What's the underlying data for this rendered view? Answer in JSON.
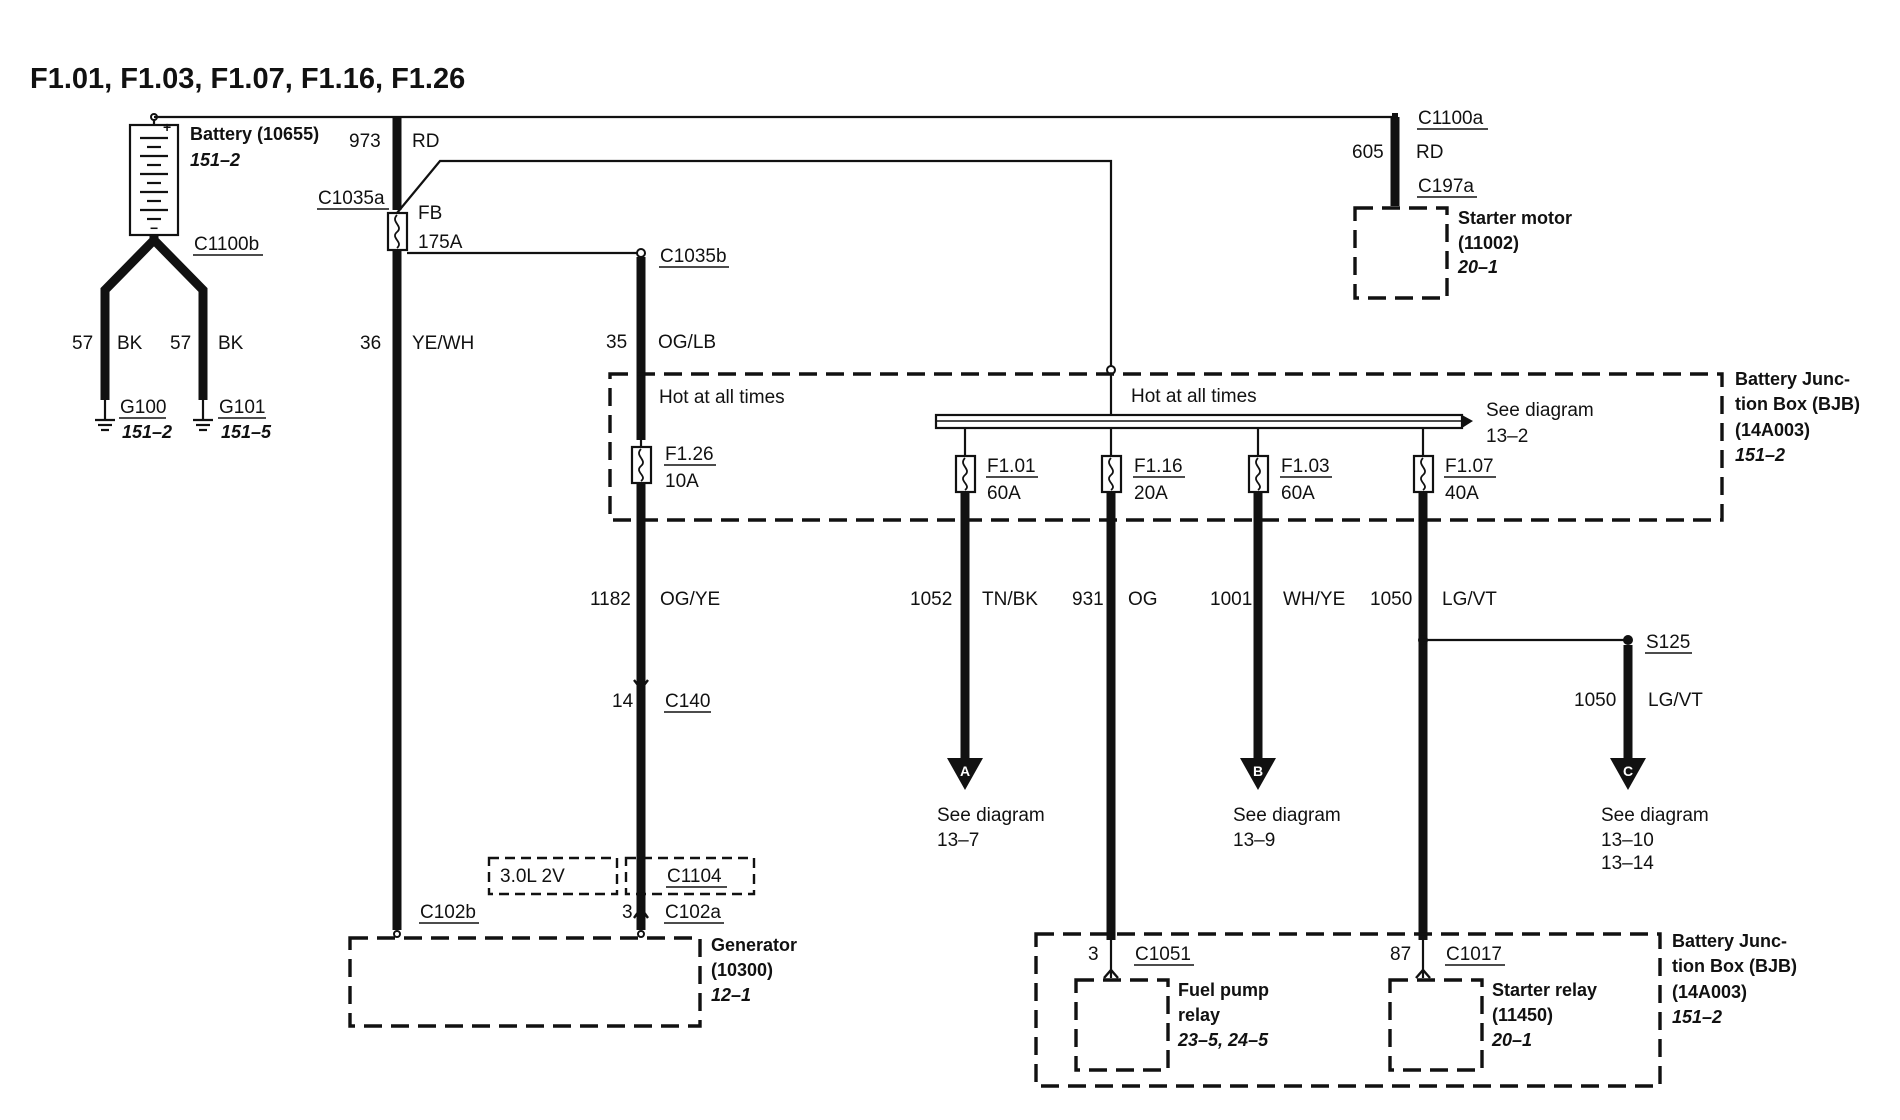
{
  "title": "F1.01, F1.03, F1.07, F1.16, F1.26",
  "components": {
    "battery": {
      "name": "Battery (10655)",
      "ref": "151–2"
    },
    "starter_motor": {
      "name": "Starter motor",
      "part": "(11002)",
      "ref": "20–1"
    },
    "generator": {
      "name": "Generator",
      "part": "(10300)",
      "ref": "12–1"
    },
    "bjb_top": {
      "line1": "Battery Junc-",
      "line2": "tion Box (BJB)",
      "part": "(14A003)",
      "ref": "151–2"
    },
    "bjb_bottom": {
      "line1": "Battery Junc-",
      "line2": "tion Box (BJB)",
      "part": "(14A003)",
      "ref": "151–2"
    },
    "fuel_pump_relay": {
      "line1": "Fuel pump",
      "line2": "relay",
      "ref": "23–5, 24–5"
    },
    "starter_relay": {
      "name": "Starter relay",
      "part": "(11450)",
      "ref": "20–1"
    },
    "engine_option": "3.0L 2V"
  },
  "grounds": [
    {
      "id": "G100",
      "ref": "151–2"
    },
    {
      "id": "G101",
      "ref": "151–5"
    }
  ],
  "connectors": {
    "c1100a": "C1100a",
    "c197a": "C197a",
    "c1100b": "C1100b",
    "c1035a": "C1035a",
    "c1035b": "C1035b",
    "c140": "C140",
    "c1104": "C1104",
    "c102a": "C102a",
    "c102b": "C102b",
    "c1051": "C1051",
    "c1017": "C1017",
    "s125": "S125"
  },
  "pins": {
    "c140": "14",
    "c102a": "3",
    "c1051": "3",
    "c1017": "87"
  },
  "wires": {
    "w973": {
      "circuit": "973",
      "color": "RD"
    },
    "w605": {
      "circuit": "605",
      "color": "RD"
    },
    "w57a": {
      "circuit": "57",
      "color": "BK"
    },
    "w57b": {
      "circuit": "57",
      "color": "BK"
    },
    "w36": {
      "circuit": "36",
      "color": "YE/WH"
    },
    "w35": {
      "circuit": "35",
      "color": "OG/LB"
    },
    "w1182": {
      "circuit": "1182",
      "color": "OG/YE"
    },
    "w1052": {
      "circuit": "1052",
      "color": "TN/BK"
    },
    "w931": {
      "circuit": "931",
      "color": "OG"
    },
    "w1001": {
      "circuit": "1001",
      "color": "WH/YE"
    },
    "w1050": {
      "circuit": "1050",
      "color": "LG/VT"
    },
    "w1050b": {
      "circuit": "1050",
      "color": "LG/VT"
    }
  },
  "fuses": {
    "fb": {
      "id": "FB",
      "rating": "175A"
    },
    "f126": {
      "id": "F1.26",
      "rating": "10A"
    },
    "f101": {
      "id": "F1.01",
      "rating": "60A"
    },
    "f116": {
      "id": "F1.16",
      "rating": "20A"
    },
    "f103": {
      "id": "F1.03",
      "rating": "60A"
    },
    "f107": {
      "id": "F1.07",
      "rating": "40A"
    }
  },
  "hot_labels": {
    "left": "Hot at all times",
    "right": "Hot at all times"
  },
  "bus_ref": {
    "text": "See diagram",
    "page": "13–2"
  },
  "references": [
    {
      "letter": "A",
      "text": "See diagram",
      "page": "13–7"
    },
    {
      "letter": "B",
      "text": "See diagram",
      "page": "13–9"
    },
    {
      "letter": "C",
      "text": "See diagram",
      "page": "13–10",
      "page2": "13–14"
    }
  ]
}
